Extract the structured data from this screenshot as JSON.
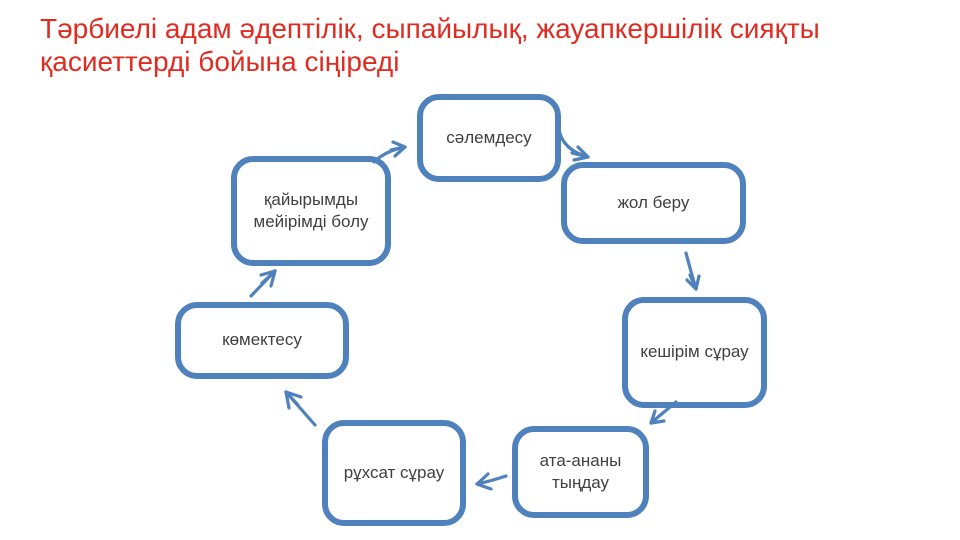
{
  "theme": {
    "accent_color": "#4f81bd",
    "title_color": "#e02b20",
    "text_color": "#404040",
    "background": "#ffffff"
  },
  "title": {
    "text": "Тәрбиелі адам әдептілік, сыпайылық, жауапкершілік сияқты қасиеттерді бойына сіңіреді"
  },
  "diagram": {
    "type": "cycle",
    "nodes": [
      {
        "id": "salemdesu",
        "label": "сәлемдесу"
      },
      {
        "id": "zhol-beru",
        "label": "жол беру"
      },
      {
        "id": "keshirim-surau",
        "label": "кешірім сұрау"
      },
      {
        "id": "ata-anany-tyndau",
        "label": "ата-ананы тыңдау"
      },
      {
        "id": "ruqsat-surau",
        "label": "рұхсат сұрау"
      },
      {
        "id": "komektesu",
        "label": "көмектесу"
      },
      {
        "id": "qaiyrymdy-meiirimdi-bolu",
        "label": "қайырымды мейірімді болу"
      }
    ],
    "edges": [
      {
        "from": "сәлемдесу",
        "to": "жол беру"
      },
      {
        "from": "жол беру",
        "to": "кешірім сұрау"
      },
      {
        "from": "кешірім сұрау",
        "to": "ата-ананы тыңдау"
      },
      {
        "from": "ата-ананы тыңдау",
        "to": "рұхсат сұрау"
      },
      {
        "from": "рұхсат сұрау",
        "to": "көмектесу"
      },
      {
        "from": "көмектесу",
        "to": "қайырымды мейірімді болу"
      },
      {
        "from": "қайырымды мейірімді болу",
        "to": "сәлемдесу"
      }
    ]
  }
}
